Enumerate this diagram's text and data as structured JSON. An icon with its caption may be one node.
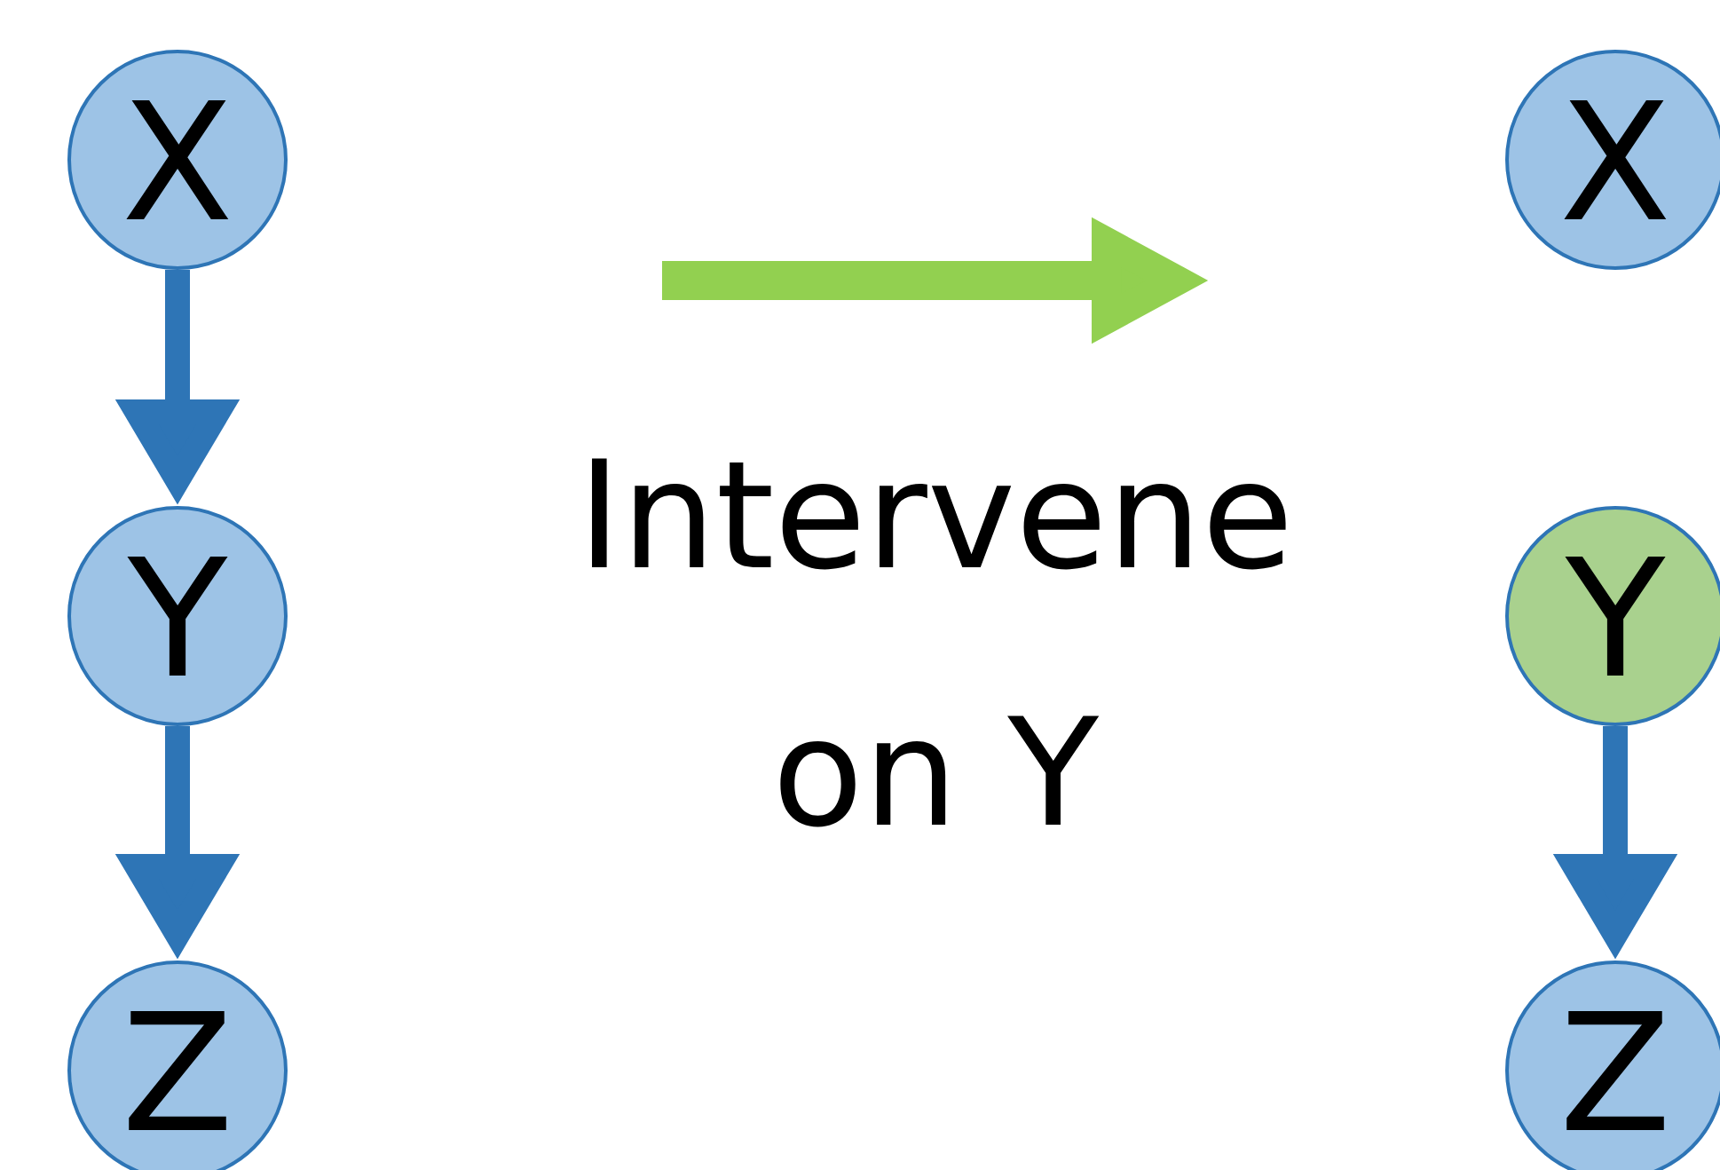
{
  "diagram": {
    "nodes": [
      {
        "text": [
          "X"
        ]
      },
      {
        "text": [
          "Y"
        ]
      },
      {
        "text": [
          "Z"
        ]
      },
      {
        "text": [
          "X"
        ]
      },
      {
        "text": [
          "Y"
        ]
      },
      {
        "text": [
          "Z"
        ]
      }
    ],
    "edges": [
      {
        "from": 0,
        "to": 1,
        "arrow": "to"
      },
      {
        "from": 1,
        "to": 2,
        "arrow": "to"
      },
      {
        "from": 4,
        "to": 5,
        "arrow": "to"
      }
    ],
    "labels": [
      "Intervene on Y"
    ]
  }
}
